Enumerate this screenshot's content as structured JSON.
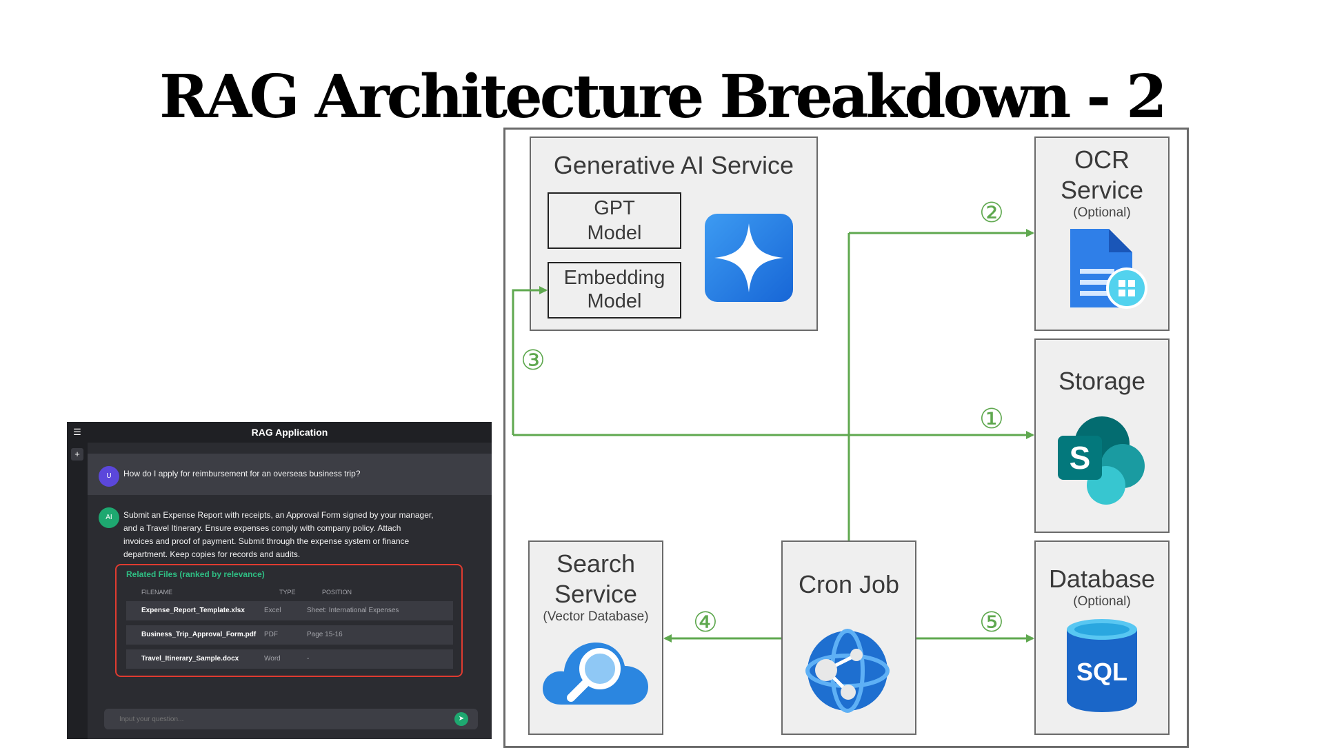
{
  "slide": {
    "title": "RAG Architecture Breakdown - 2"
  },
  "app": {
    "title": "RAG Application",
    "menu_icon": "hamburger-icon",
    "new_chat_icon": "plus-icon",
    "user_avatar": "U",
    "ai_avatar": "AI",
    "user_question": "How do I apply for reimbursement for an overseas business trip?",
    "ai_answer_lines": [
      "Submit an Expense Report with receipts, an Approval Form signed by your manager,",
      "and a Travel Itinerary. Ensure expenses comply with company policy. Attach",
      "invoices and proof of payment. Submit through the expense system or finance",
      "department. Keep copies for records and audits."
    ],
    "related_files": {
      "title": "Related Files (ranked by relevance)",
      "columns": [
        "FILENAME",
        "TYPE",
        "POSITION"
      ],
      "rows": [
        {
          "filename": "Expense_Report_Template.xlsx",
          "type": "Excel",
          "position": "Sheet: International Expenses"
        },
        {
          "filename": "Business_Trip_Approval_Form.pdf",
          "type": "PDF",
          "position": "Page 15-16"
        },
        {
          "filename": "Travel_Itinerary_Sample.docx",
          "type": "Word",
          "position": "-"
        }
      ]
    },
    "input_placeholder": "Input your question...",
    "send_icon": "send-icon",
    "accent_color": "#1ea870",
    "highlight_color": "#e03b30"
  },
  "diagram": {
    "arrow_color": "#5fa84f",
    "genai": {
      "title": "Generative AI Service",
      "gpt_lines": [
        "GPT",
        "Model"
      ],
      "embed_lines": [
        "Embedding",
        "Model"
      ],
      "icon": "gemini-sparkle-icon"
    },
    "ocr": {
      "title_lines": [
        "OCR",
        "Service"
      ],
      "sub": "(Optional)",
      "icon": "document-intelligence-icon"
    },
    "storage": {
      "title": "Storage",
      "icon": "sharepoint-icon"
    },
    "search": {
      "title_lines": [
        "Search",
        "Service"
      ],
      "sub": "(Vector Database)",
      "icon": "cloud-search-icon"
    },
    "cron": {
      "title": "Cron Job",
      "icon": "globe-network-icon"
    },
    "database": {
      "title": "Database",
      "sub": "(Optional)",
      "icon": "sql-database-icon",
      "icon_text": "SQL"
    },
    "steps": [
      "①",
      "②",
      "③",
      "④",
      "⑤"
    ]
  }
}
